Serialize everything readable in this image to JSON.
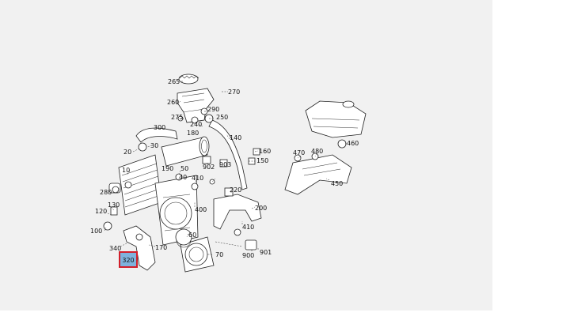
{
  "diagram": {
    "highlight_color": "#d21f2a",
    "highlight_fill": "#7fb2dc",
    "highlighted_label": "320",
    "labels": [
      "265",
      "270",
      "260",
      "290",
      "275",
      "250",
      "240",
      "300",
      "180",
      "140",
      "30",
      "20",
      "160",
      "150",
      "902",
      "903",
      "470",
      "480",
      "460",
      "190",
      "50",
      "10",
      "40",
      "410",
      "220",
      "450",
      "280",
      "400",
      "200",
      "130",
      "120",
      "410",
      "100",
      "340",
      "60",
      "170",
      "70",
      "900",
      "901"
    ]
  }
}
